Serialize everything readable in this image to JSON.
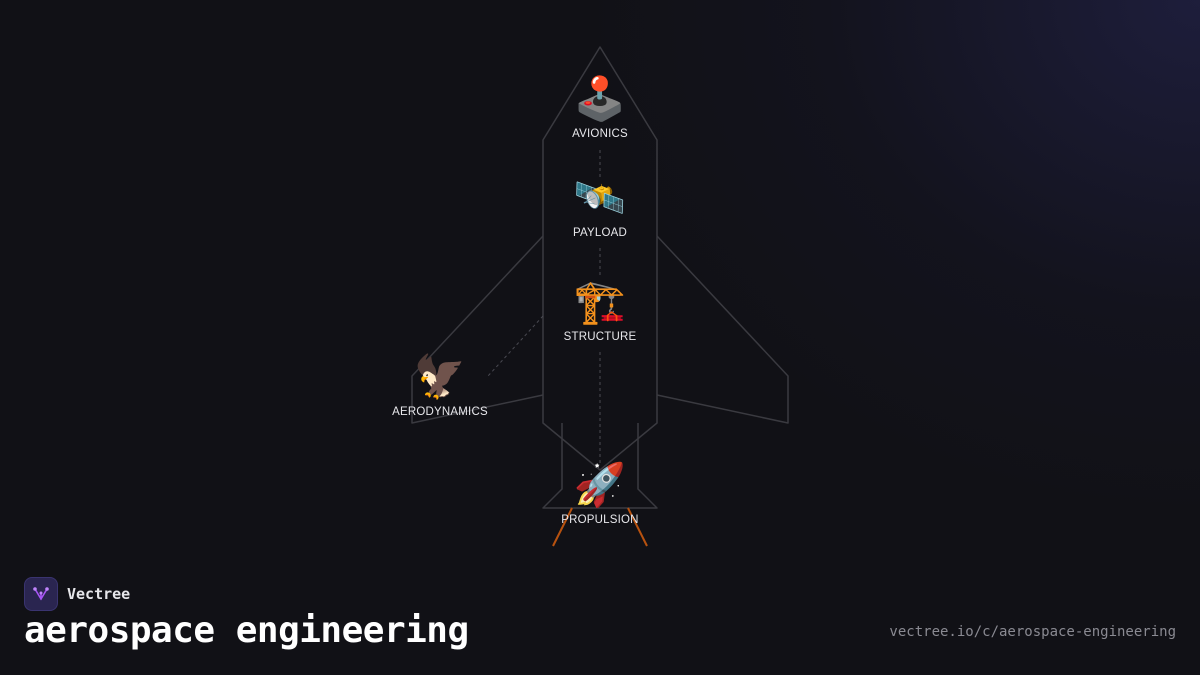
{
  "diagram": {
    "nodes": {
      "avionics": {
        "label": "AVIONICS",
        "icon": "joystick-icon",
        "glyph": "🕹️"
      },
      "payload": {
        "label": "PAYLOAD",
        "icon": "satellite-icon",
        "glyph": "🛰️"
      },
      "structure": {
        "label": "STRUCTURE",
        "icon": "crane-icon",
        "glyph": "🏗️"
      },
      "aerodynamics": {
        "label": "AERODYNAMICS",
        "icon": "eagle-icon",
        "glyph": "🦅"
      },
      "propulsion": {
        "label": "PROPULSION",
        "icon": "rocket-icon",
        "glyph": "🚀"
      }
    }
  },
  "brand": {
    "name": "Vectree"
  },
  "title": "aerospace engineering",
  "url": "vectree.io/c/aerospace-engineering",
  "colors": {
    "background": "#111116",
    "outline": "#3a3a40",
    "flame": "#b8520f",
    "brand_accent": "#a855f7"
  }
}
